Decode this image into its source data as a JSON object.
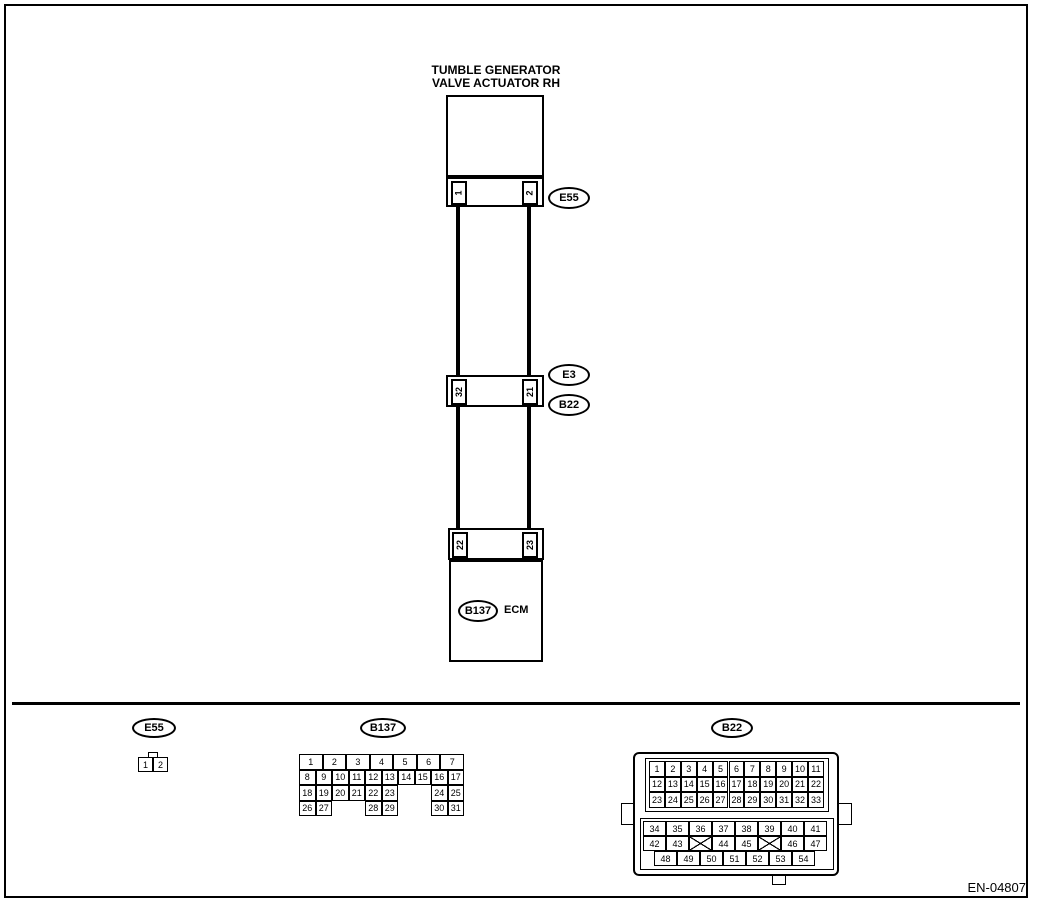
{
  "component": {
    "title_line1": "TUMBLE GENERATOR",
    "title_line2": "VALVE ACTUATOR RH"
  },
  "connectors": {
    "e55": {
      "label": "E55",
      "pin_left": "1",
      "pin_right": "2"
    },
    "e3": {
      "label": "E3"
    },
    "b22": {
      "label": "B22",
      "pin_left": "32",
      "pin_right": "21"
    },
    "b137": {
      "label": "B137",
      "pin_left": "22",
      "pin_right": "23"
    }
  },
  "ecm": {
    "label": "ECM"
  },
  "legend": {
    "e55": {
      "label": "E55",
      "pins": [
        "1",
        "2"
      ]
    },
    "b137": {
      "label": "B137",
      "rows": [
        [
          "1",
          "2",
          "3",
          "4",
          "5",
          "6",
          "7"
        ],
        [
          "8",
          "9",
          "10",
          "11",
          "12",
          "13",
          "14",
          "15",
          "16",
          "17"
        ],
        [
          "18",
          "19",
          "20",
          "21",
          "22",
          "23",
          "24",
          "25"
        ],
        [
          "26",
          "27",
          "28",
          "29",
          "30",
          "31"
        ]
      ]
    },
    "b22": {
      "label": "B22",
      "upper_rows": [
        [
          "1",
          "2",
          "3",
          "4",
          "5",
          "6",
          "7",
          "8",
          "9",
          "10",
          "11"
        ],
        [
          "12",
          "13",
          "14",
          "15",
          "16",
          "17",
          "18",
          "19",
          "20",
          "21",
          "22"
        ],
        [
          "23",
          "24",
          "25",
          "26",
          "27",
          "28",
          "29",
          "30",
          "31",
          "32",
          "33"
        ]
      ],
      "lower_rows": [
        [
          "34",
          "35",
          "36",
          "37",
          "38",
          "39",
          "40",
          "41"
        ],
        [
          "42",
          "43",
          "",
          "44",
          "45",
          "",
          "46",
          "47"
        ],
        [
          "48",
          "49",
          "50",
          "51",
          "52",
          "53",
          "54"
        ]
      ]
    }
  },
  "doc_id": "EN-04807"
}
